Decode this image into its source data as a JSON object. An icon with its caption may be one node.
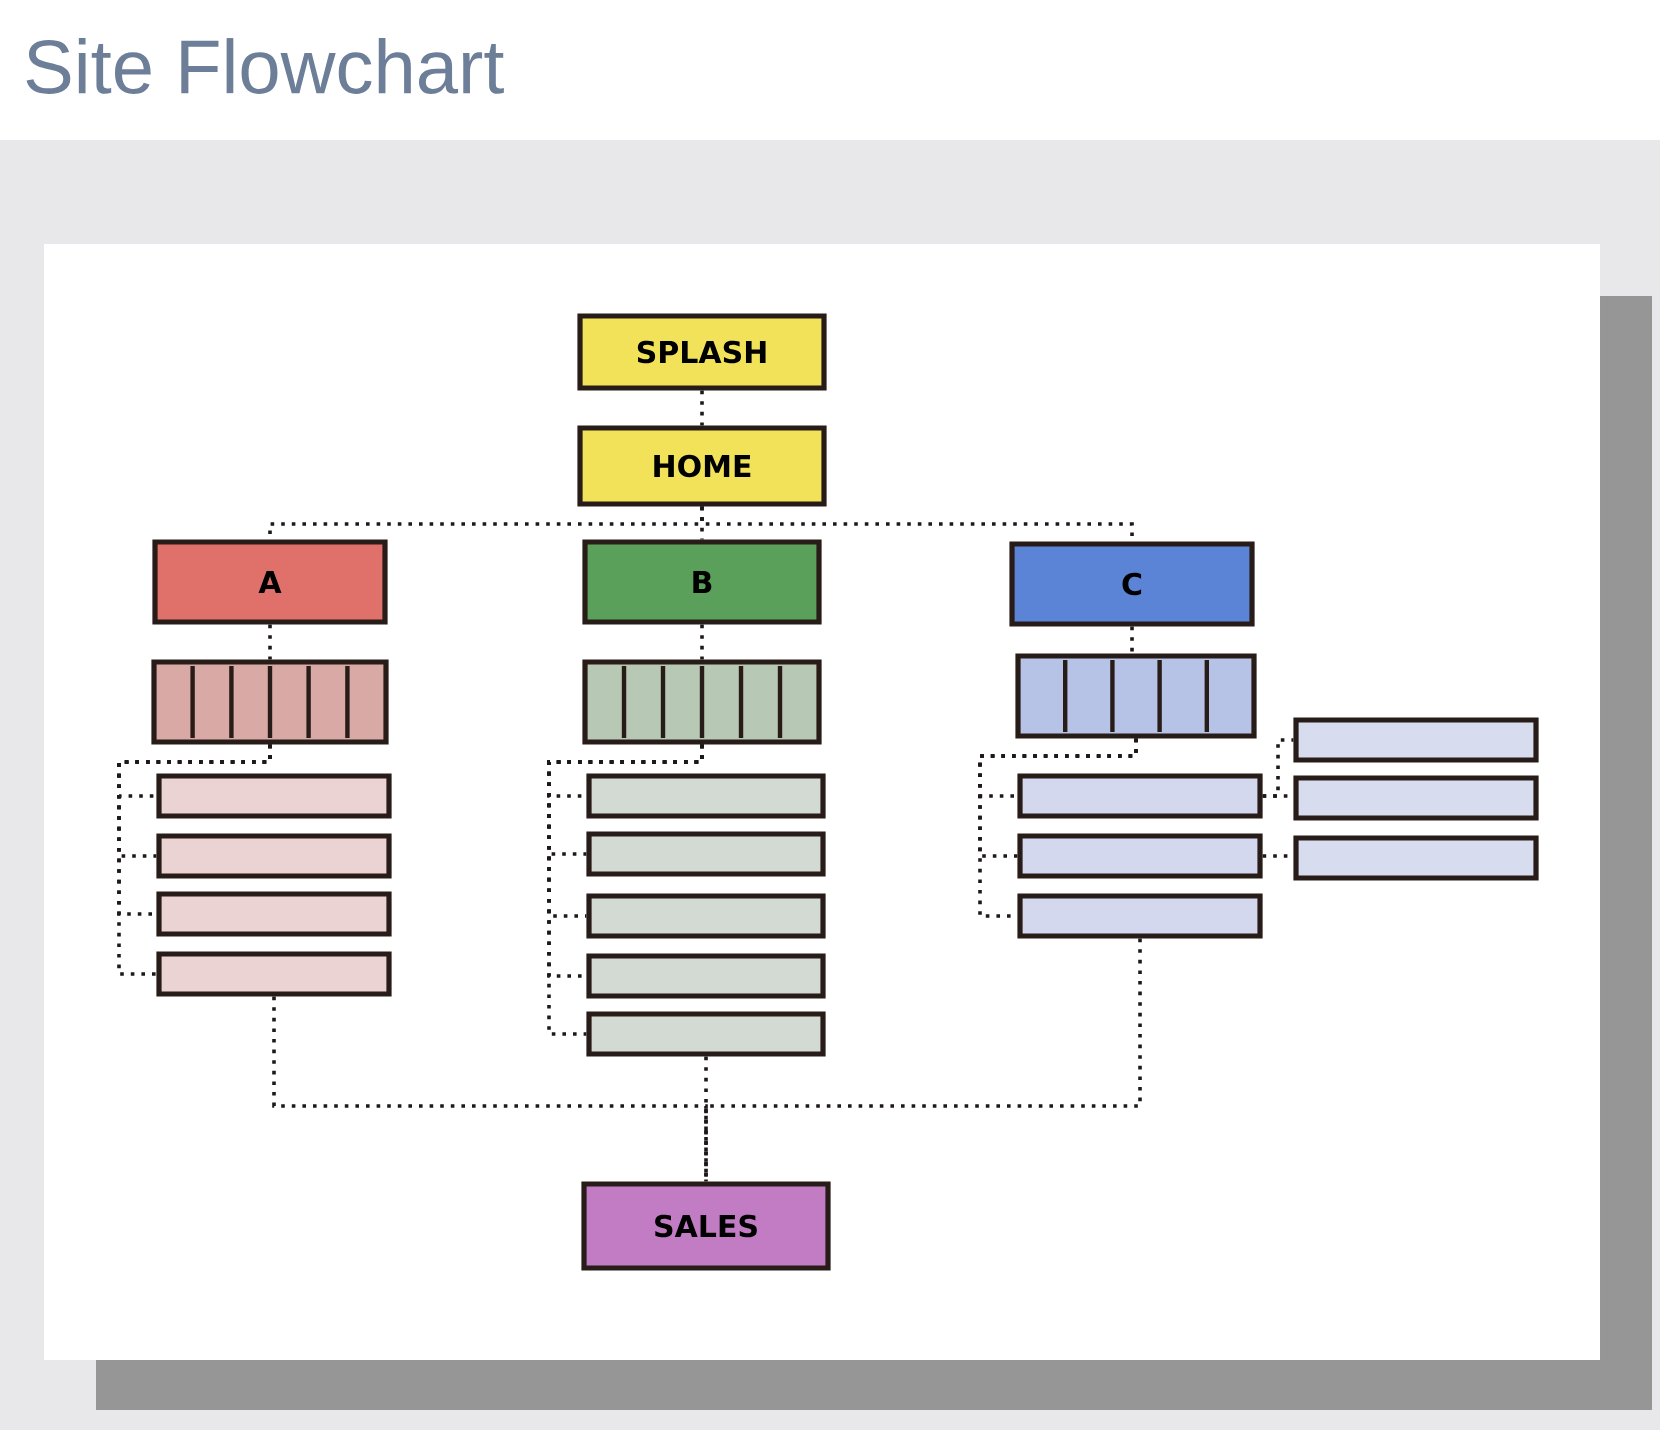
{
  "diagram": {
    "title": "Site Flowchart",
    "nodes": [
      {
        "text": [
          "SPLASH"
        ]
      },
      {
        "text": [
          "HOME"
        ]
      },
      {
        "text": [
          "A"
        ]
      },
      {
        "text": [
          "B"
        ]
      },
      {
        "text": [
          "C"
        ]
      },
      {
        "text": [],
        "shape": "box"
      },
      {
        "text": [],
        "shape": "box"
      },
      {
        "text": [],
        "shape": "box"
      },
      {
        "text": [],
        "shape": "bar"
      },
      {
        "text": [],
        "shape": "bar"
      },
      {
        "text": [],
        "shape": "bar"
      },
      {
        "text": [],
        "shape": "bar"
      },
      {
        "text": [],
        "shape": "bar"
      },
      {
        "text": [],
        "shape": "bar"
      },
      {
        "text": [],
        "shape": "bar"
      },
      {
        "text": [],
        "shape": "bar"
      },
      {
        "text": [],
        "shape": "bar"
      },
      {
        "text": [],
        "shape": "bar"
      },
      {
        "text": [],
        "shape": "bar"
      },
      {
        "text": [],
        "shape": "bar"
      },
      {
        "text": [],
        "shape": "bar"
      },
      {
        "text": [],
        "shape": "bar"
      },
      {
        "text": [],
        "shape": "bar"
      },
      {
        "text": [
          "SALES"
        ]
      }
    ],
    "edges": [
      {
        "from": 0,
        "to": 1,
        "arrow": "none"
      },
      {
        "from": 1,
        "to": 2,
        "arrow": "none"
      },
      {
        "from": 1,
        "to": 3,
        "arrow": "none"
      },
      {
        "from": 1,
        "to": 4,
        "arrow": "none"
      },
      {
        "from": 2,
        "to": 5,
        "arrow": "none"
      },
      {
        "from": 3,
        "to": 6,
        "arrow": "none"
      },
      {
        "from": 4,
        "to": 7,
        "arrow": "none"
      },
      {
        "from": 5,
        "to": 8,
        "arrow": "none"
      },
      {
        "from": 5,
        "to": 9,
        "arrow": "none"
      },
      {
        "from": 5,
        "to": 10,
        "arrow": "none"
      },
      {
        "from": 5,
        "to": 11,
        "arrow": "none"
      },
      {
        "from": 6,
        "to": 12,
        "arrow": "none"
      },
      {
        "from": 6,
        "to": 13,
        "arrow": "none"
      },
      {
        "from": 6,
        "to": 14,
        "arrow": "none"
      },
      {
        "from": 6,
        "to": 15,
        "arrow": "none"
      },
      {
        "from": 6,
        "to": 16,
        "arrow": "none"
      },
      {
        "from": 7,
        "to": 17,
        "arrow": "none"
      },
      {
        "from": 7,
        "to": 18,
        "arrow": "none"
      },
      {
        "from": 7,
        "to": 19,
        "arrow": "none"
      },
      {
        "from": 17,
        "to": 20,
        "arrow": "none"
      },
      {
        "from": 17,
        "to": 21,
        "arrow": "none"
      },
      {
        "from": 18,
        "to": 22,
        "arrow": "none"
      },
      {
        "from": 11,
        "to": 23,
        "arrow": "none"
      },
      {
        "from": 16,
        "to": 23,
        "arrow": "none"
      },
      {
        "from": 19,
        "to": 23,
        "arrow": "none"
      }
    ]
  }
}
